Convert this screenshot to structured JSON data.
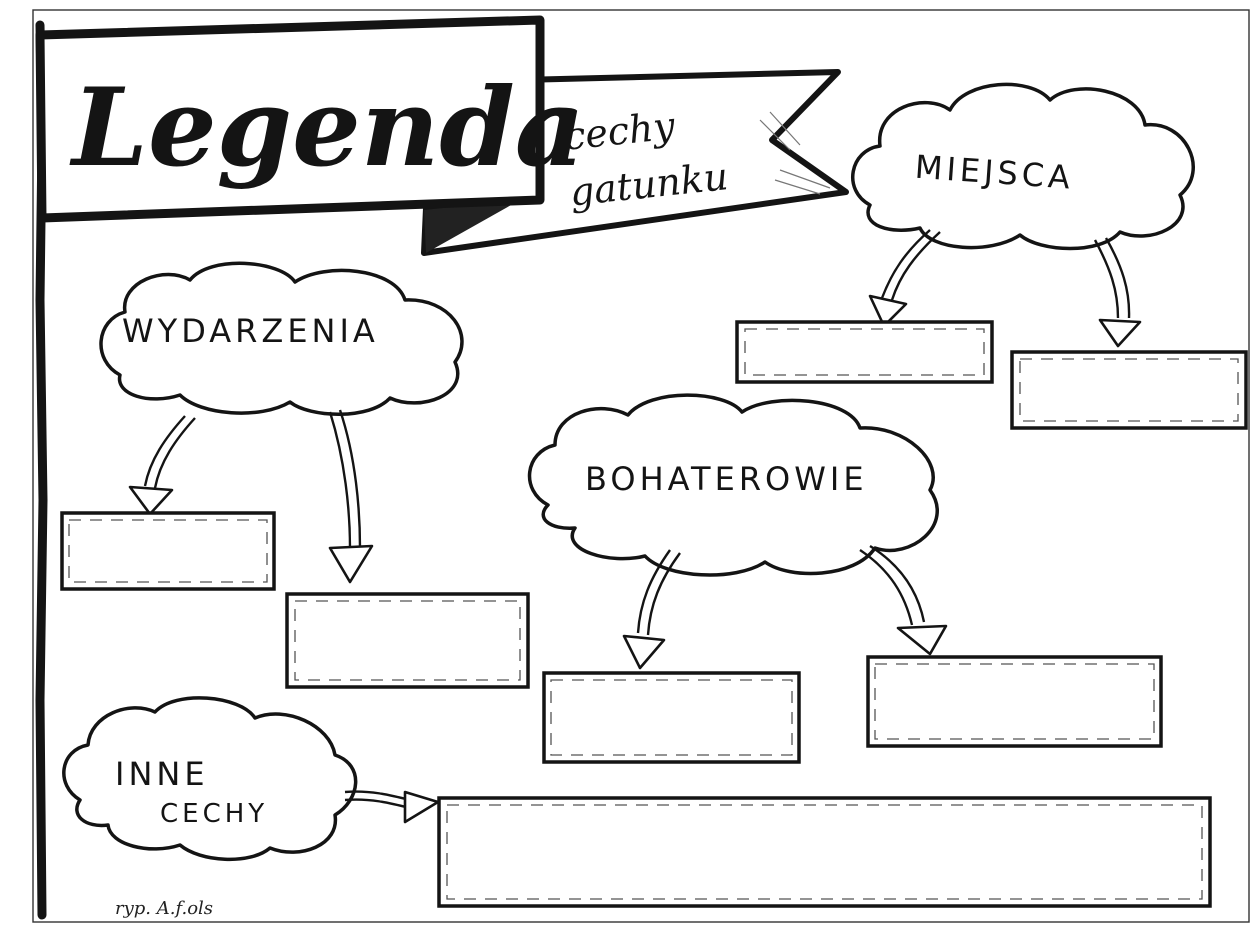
{
  "header": {
    "title": "Legenda",
    "ribbon_line1": "cechy",
    "ribbon_line2": "gatunku"
  },
  "clouds": {
    "miejsca": "MIEJSCA",
    "wydarzenia": "WYDARZENIA",
    "bohaterowie": "BOHATEROWIE",
    "inne_line1": "INNE",
    "inne_line2": "CECHY"
  },
  "signature": "ryp. A.f.ols",
  "colors": {
    "ink": "#141414",
    "paper": "#ffffff",
    "shadow": "#b9bbe0"
  }
}
